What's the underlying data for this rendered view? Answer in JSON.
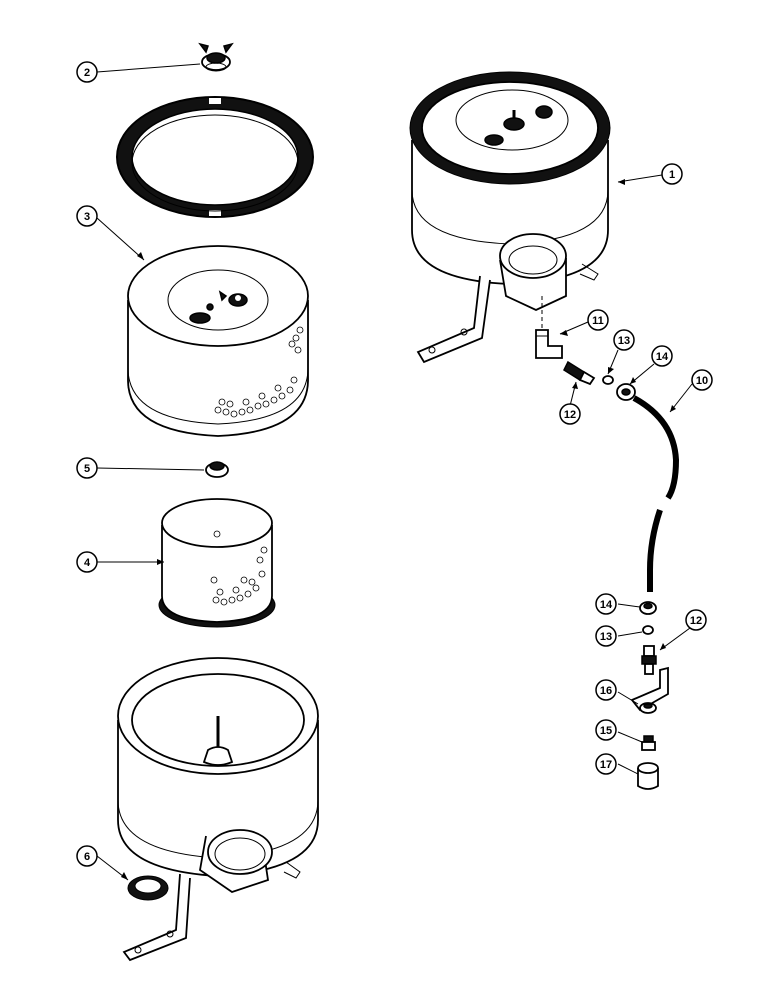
{
  "callouts": {
    "c1": "1",
    "c2": "2",
    "c3": "3",
    "c4": "4",
    "c5": "5",
    "c6": "6",
    "c10": "10",
    "c11": "11",
    "c12a": "12",
    "c12b": "12",
    "c13a": "13",
    "c13b": "13",
    "c14a": "14",
    "c14b": "14",
    "c15": "15",
    "c16": "16",
    "c17": "17"
  },
  "parts": {
    "assembled_air_cleaner": "1",
    "wing_nut": "2",
    "cover_and_gasket": "3",
    "filter_element": "4",
    "element_nut": "5",
    "inlet_seal": "6",
    "hose": "10",
    "elbow": "11",
    "connector": "12",
    "sleeve": "13",
    "nut": "14",
    "fitting": "15",
    "bracket": "16",
    "cap": "17"
  }
}
